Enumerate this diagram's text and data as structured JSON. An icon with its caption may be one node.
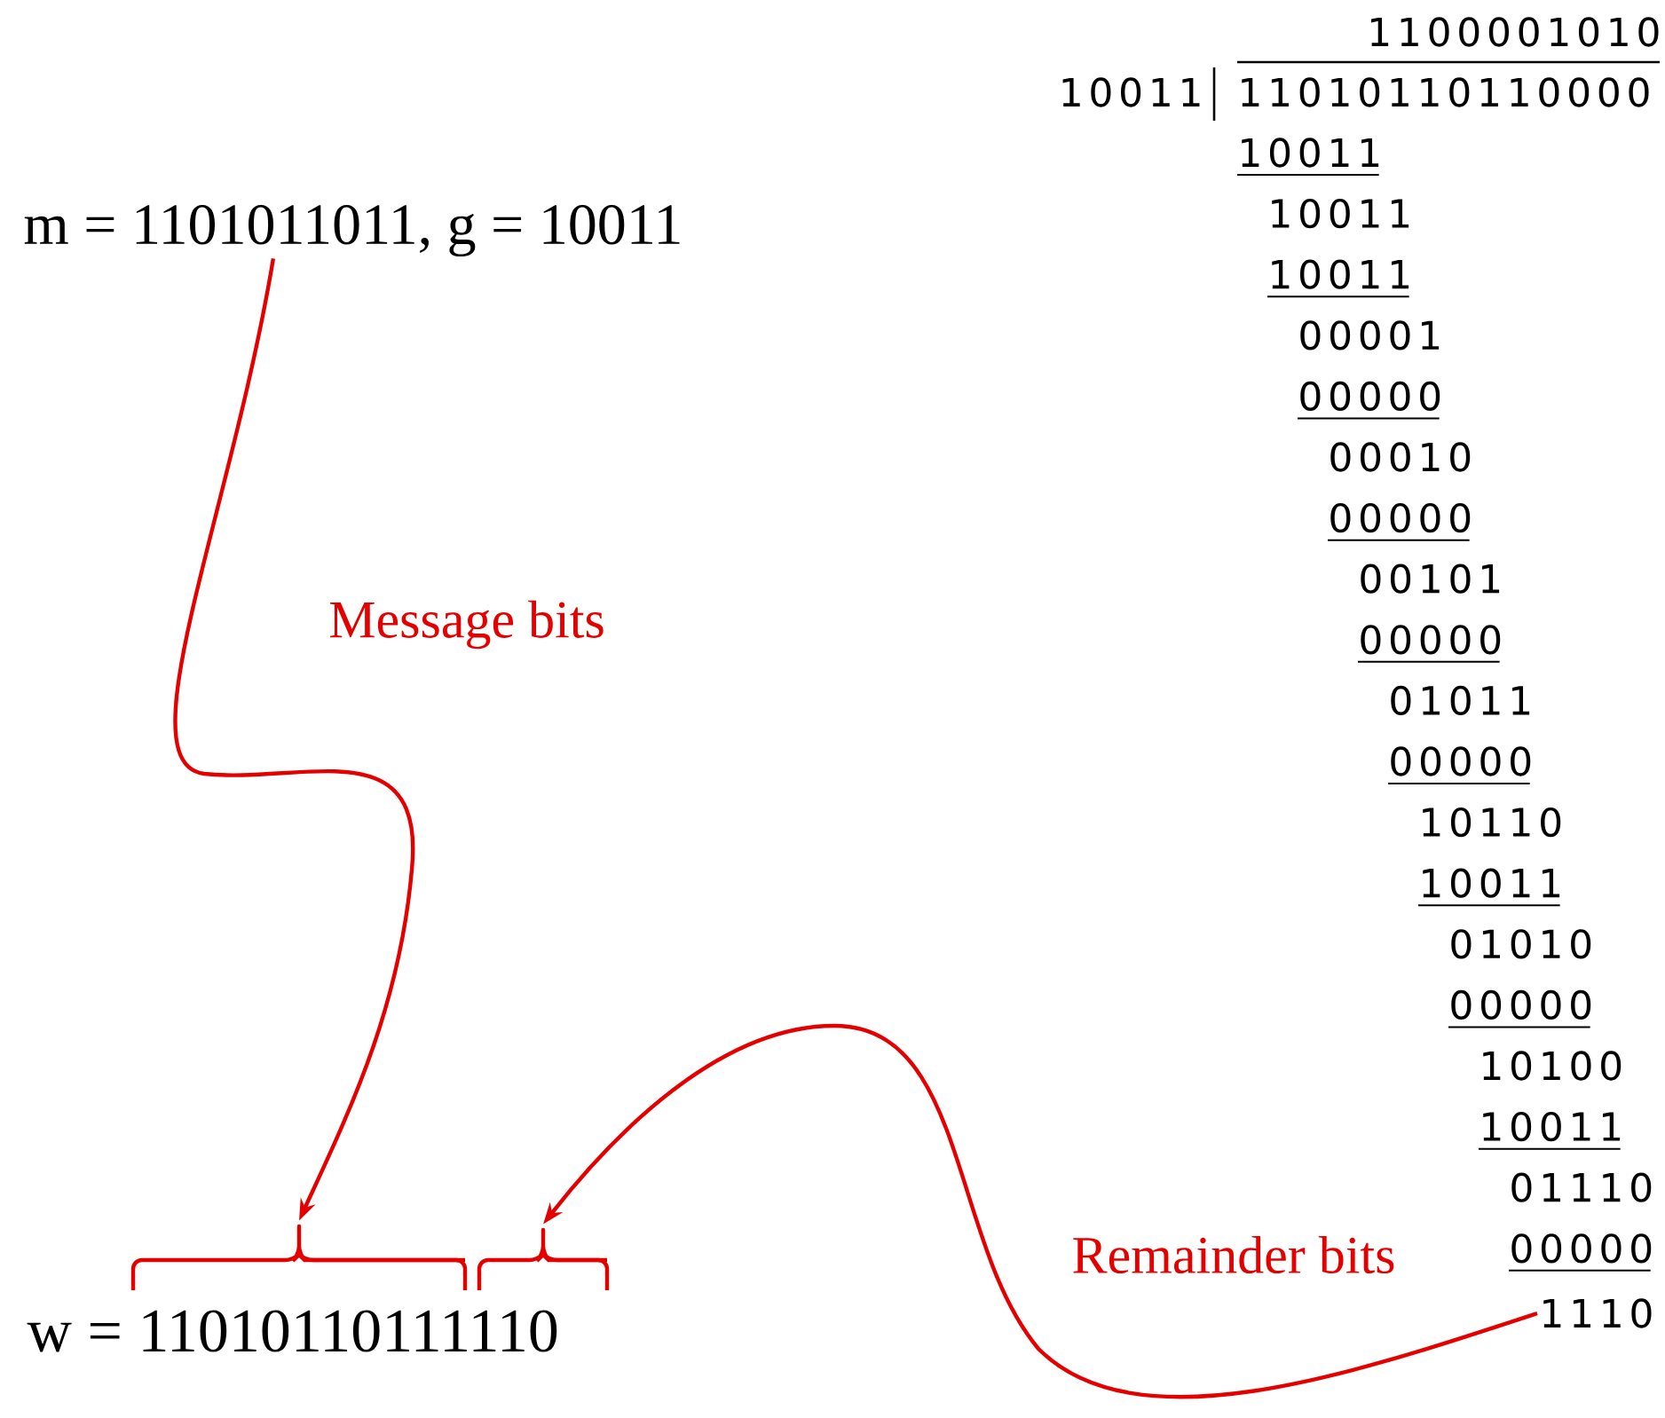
{
  "diagram": {
    "nodes": [
      {
        "text": [
          "m = 1101011011, g = 10011"
        ]
      },
      {
        "text": [],
        "shape": "brace"
      },
      {
        "text": [],
        "shape": "brace"
      },
      {
        "text": [
          "w = 11010110111110"
        ]
      },
      {
        "text": [
          "1110"
        ]
      }
    ],
    "edges": [
      {
        "from": 0,
        "to": 1,
        "arrow": "to",
        "label": "Message bits"
      },
      {
        "from": 4,
        "to": 2,
        "arrow": "to",
        "label": "Remainder bits"
      }
    ],
    "labels": [
      "1100001010",
      "10011",
      "11010110110000",
      "10011",
      "10011",
      "10011",
      "00001",
      "00000",
      "00010",
      "00000",
      "00101",
      "00000",
      "01011",
      "00000",
      "10110",
      "10011",
      "01010",
      "00000",
      "10100",
      "10011",
      "01110",
      "00000"
    ]
  }
}
